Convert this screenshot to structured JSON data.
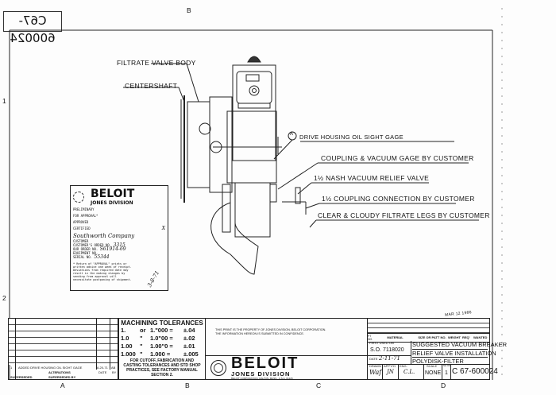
{
  "stamp": "C67-600024",
  "zones": {
    "top_b": "B",
    "left_1": "1",
    "left_2": "2",
    "bottom_a": "A",
    "bottom_b": "B",
    "bottom_c": "C",
    "bottom_d": "D"
  },
  "callouts": {
    "filtrate_valve_body": "FILTRATE VALVE BODY",
    "centershaft": "CENTERSHAFT",
    "oil_sight_marker": "A",
    "oil_sight": "DRIVE HOUSING OIL SIGHT GAGE",
    "coupling_gage": "COUPLING & VACUUM GAGE BY CUSTOMER",
    "nash_valve": "1½ NASH VACUUM RELIEF VALVE",
    "coupling_conn": "1½ COUPLING CONNECTION BY CUSTOMER",
    "filtrate_legs": "CLEAR & CLOUDY FILTRATE LEGS BY CUSTOMER"
  },
  "date_stamp": "MAR 12 1986",
  "approval_card": {
    "brand": "BELOIT",
    "division": "JONES DIVISION",
    "rows": [
      {
        "label": "PRELIMINARY",
        "value": ""
      },
      {
        "label": "FOR APPROVAL*",
        "value": ""
      },
      {
        "label": "APPROVED",
        "value": ""
      },
      {
        "label": "CERTIFIED",
        "value": "X"
      }
    ],
    "customer": "Southworth Company",
    "customer_label": "CUSTOMER",
    "customer_order_label": "CUSTOMER'S ORDER NO.",
    "customer_order": "3315",
    "our_order_label": "OUR ORDER NO.",
    "our_order": "S61914-69",
    "equipment_label": "EQUIPMENT NO.",
    "equipment": "",
    "serial_label": "SERIAL NO.",
    "serial": "55344",
    "note": "* Return of \"APPROVAL\" prints or written advice one week of receipt. Deviations from required date may result in the making changes by sending from approval will necessitate postponing of shipment.",
    "signature": "3-8-71"
  },
  "alterations": {
    "row": "1",
    "text": "ADDED DRIVE HOUSING OIL SIGHT GAGE",
    "date": "8-20-71",
    "by": "AB",
    "header": "ALTERATIONS",
    "date_label": "DATE",
    "by_label": "BY",
    "superseded": "SUPERSEDED",
    "superseded_by": "SUPERSEDED BY"
  },
  "tolerances": {
    "title": "MACHINING TOLERANCES",
    "rows": [
      {
        "a": "1.",
        "b": "or",
        "c": "1.\"000 =",
        "d": "±.04"
      },
      {
        "a": "1.0",
        "b": "\"",
        "c": "1.0\"00 =",
        "d": "±.02"
      },
      {
        "a": "1.00",
        "b": "\"",
        "c": "1.00\"0 =",
        "d": "±.01"
      },
      {
        "a": "1.000",
        "b": "\"",
        "c": "1.000 =",
        "d": "±.005"
      }
    ],
    "note": "FOR CUTOFF, FABRICATION AND CASTING TOLERANCES AND STD SHOP PRACTICES, SEE FACTORY MANUAL SECTION 2."
  },
  "property_notice": "THIS PRINT IS THE PROPERTY OF JONES DIVISION, BELOIT CORPORATION. THE INFORMATION HEREON IS SUBMITTED IN CONFIDENCE.",
  "logo": {
    "brand": "BELOIT",
    "division": "JONES DIVISION",
    "address": "BELOIT CORPORATION, DALTON, MASS., U.S.A. 01226"
  },
  "title_block": {
    "pt_no": "PT NO.",
    "material": "MATERIAL",
    "size": "SIZE OR PATT NO.",
    "weight": "WEIGHT",
    "req": "REQ'",
    "wanted": "WANTED",
    "first_used_label": "FIRST USED ON",
    "first_used": "S.O. 7118020",
    "date_label": "DATE",
    "date": "2-11-71",
    "title1": "SUGGESTED VACUUM BREAKER",
    "title2": "RELIEF VALVE INSTALLATION",
    "title3": "POLYDISK-FILTER",
    "drawn_label": "DRAWN",
    "drawn": "Waf",
    "appvd_label": "APP'V'D",
    "appvd": "JN",
    "eng_label": "ENG.",
    "eng": "C.L.",
    "scale_label": "SCALE",
    "scale": "NONE",
    "sheet_label": "SH OF",
    "sheet": "1",
    "drawing_no": "C 67-600024"
  }
}
